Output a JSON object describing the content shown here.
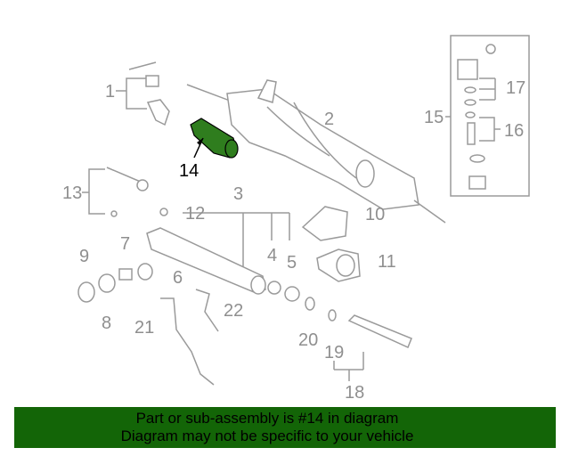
{
  "diagram": {
    "highlighted_part": "14",
    "highlight_color": "#2f7d1e",
    "labels": {
      "l1": "1",
      "l2": "2",
      "l3": "3",
      "l4": "4",
      "l5": "5",
      "l6": "6",
      "l7": "7",
      "l8": "8",
      "l9": "9",
      "l10": "10",
      "l11": "11",
      "l12": "12",
      "l13": "13",
      "l14": "14",
      "l15": "15",
      "l16": "16",
      "l17": "17",
      "l18": "18",
      "l19": "19",
      "l20": "20",
      "l21": "21",
      "l22": "22"
    }
  },
  "banner": {
    "line1": "Part or sub-assembly is #14 in diagram",
    "line2": "Diagram may not be specific to your vehicle",
    "color": "#136507"
  }
}
